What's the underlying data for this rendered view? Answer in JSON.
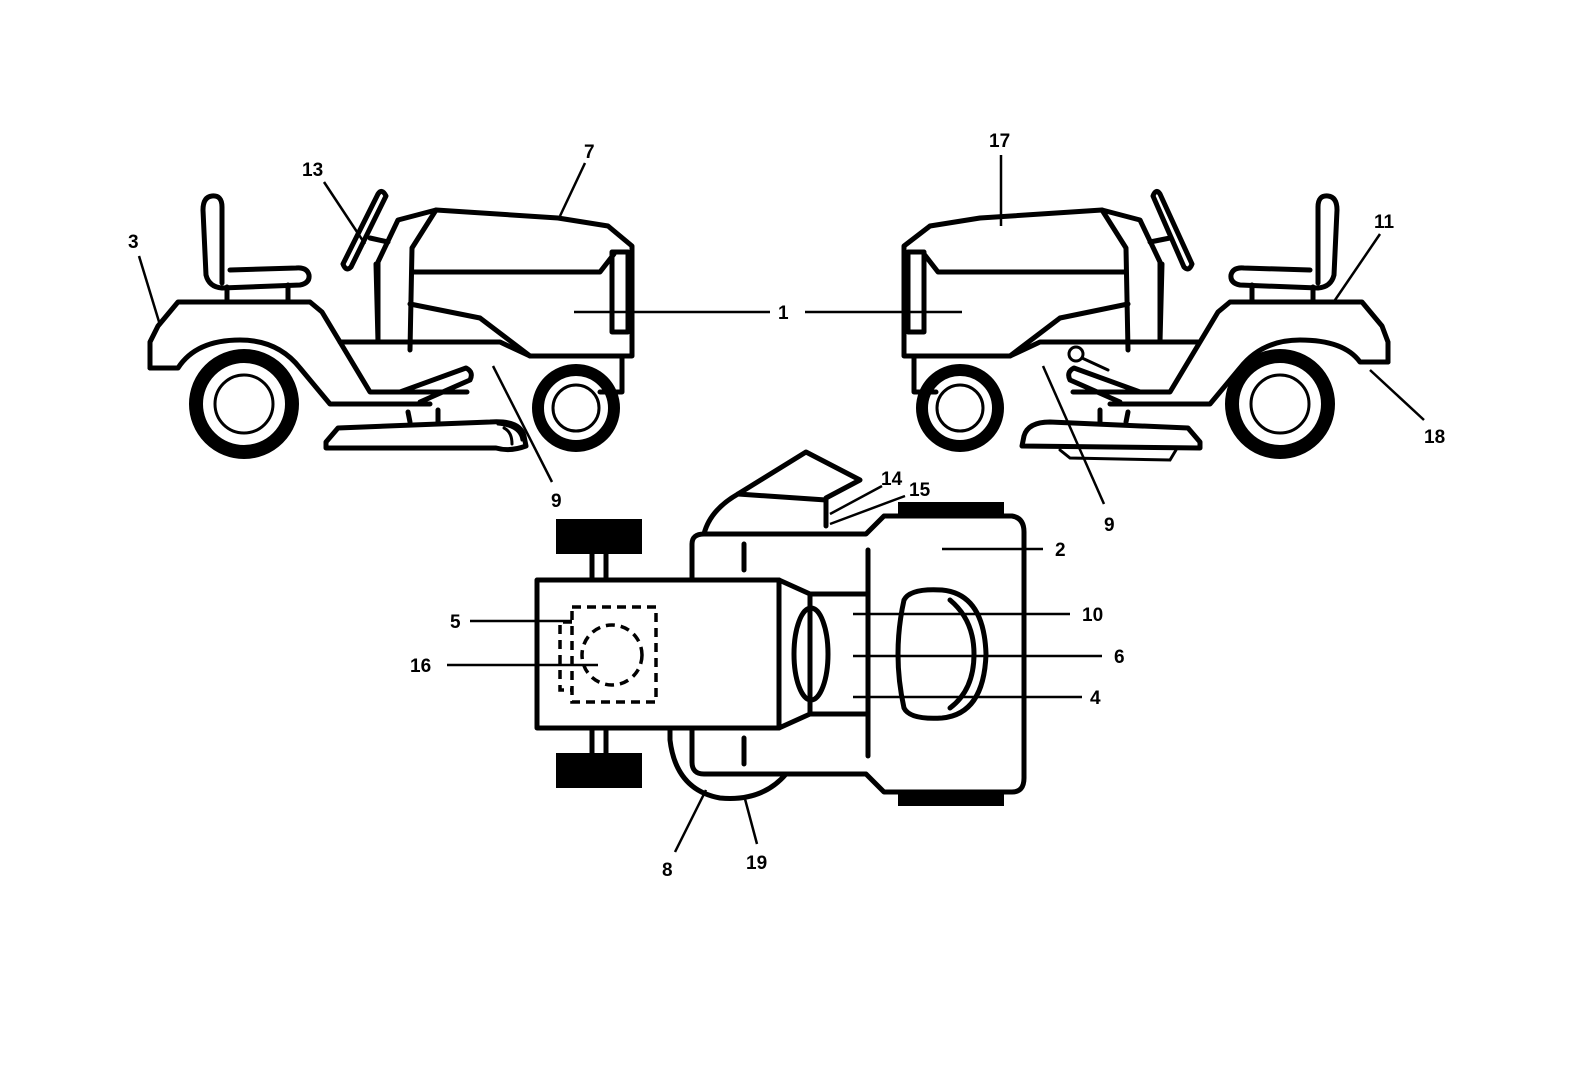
{
  "callouts": {
    "c1": "1",
    "c2": "2",
    "c3": "3",
    "c4": "4",
    "c5": "5",
    "c6": "6",
    "c7": "7",
    "c8": "8",
    "c9_left": "9",
    "c9_right": "9",
    "c10": "10",
    "c11": "11",
    "c13": "13",
    "c14": "14",
    "c15": "15",
    "c16": "16",
    "c17": "17",
    "c18": "18",
    "c19": "19"
  }
}
